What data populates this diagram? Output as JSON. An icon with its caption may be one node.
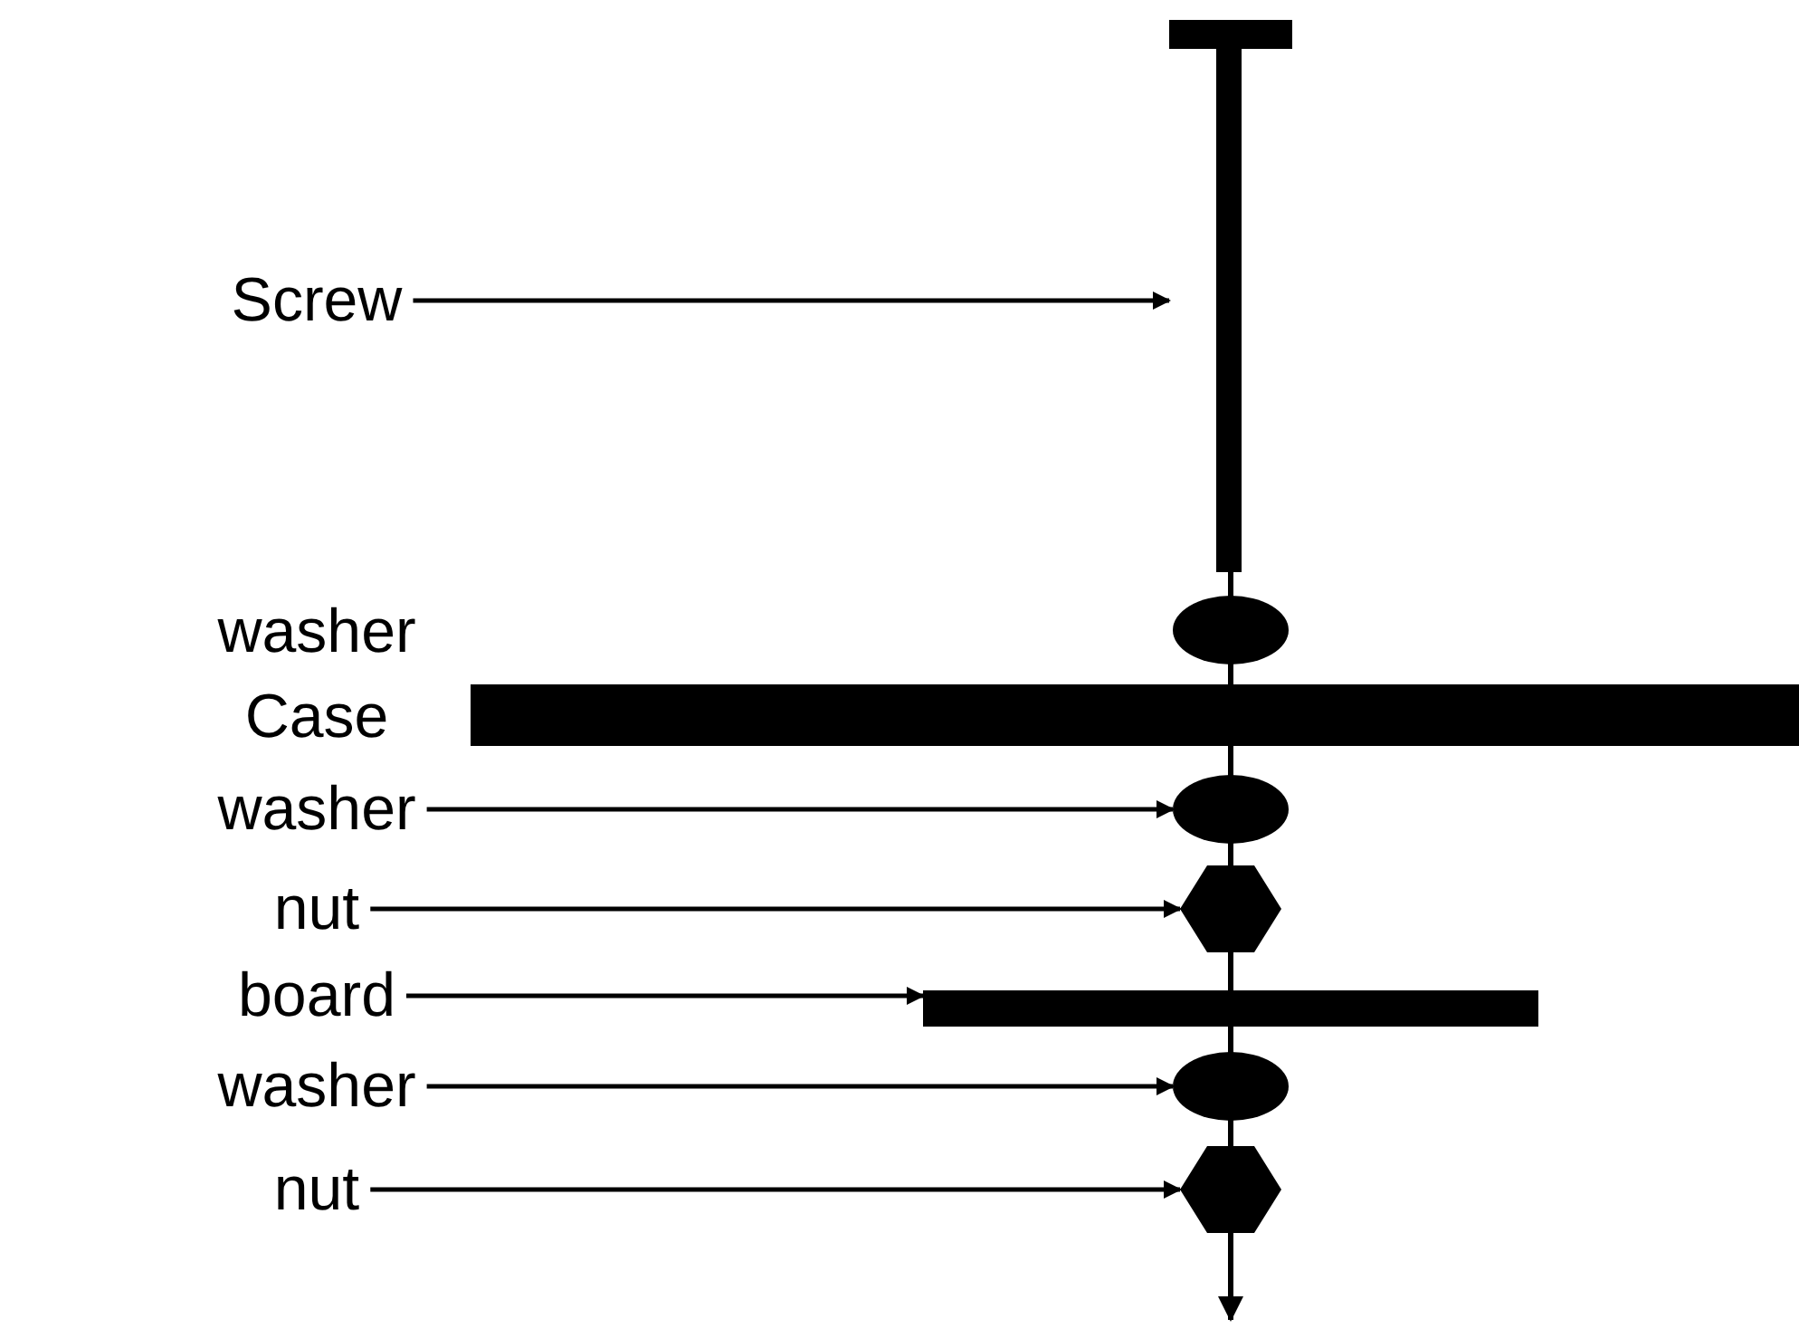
{
  "diagram": {
    "nodes": [
      {
        "text": [
          "Screw"
        ]
      },
      {
        "text": [
          "washer"
        ]
      },
      {
        "text": [
          "nut"
        ]
      },
      {
        "text": [
          "board"
        ]
      },
      {
        "text": [
          "washer"
        ]
      },
      {
        "text": [
          "nut"
        ]
      },
      {
        "text": [],
        "shape": "bar"
      },
      {
        "text": [],
        "shape": "ellipse"
      },
      {
        "text": [],
        "shape": "hexagon"
      },
      {
        "text": [],
        "shape": "bar"
      },
      {
        "text": [],
        "shape": "ellipse"
      },
      {
        "text": [],
        "shape": "hexagon"
      }
    ],
    "edges": [
      {
        "from": 0,
        "to": 6,
        "arrow": "to"
      },
      {
        "from": 1,
        "to": 7,
        "arrow": "to"
      },
      {
        "from": 2,
        "to": 8,
        "arrow": "to"
      },
      {
        "from": 3,
        "to": 9,
        "arrow": "to"
      },
      {
        "from": 4,
        "to": 10,
        "arrow": "to"
      },
      {
        "from": 5,
        "to": 11,
        "arrow": "to"
      }
    ],
    "labels": [
      "washer",
      "Case"
    ]
  }
}
